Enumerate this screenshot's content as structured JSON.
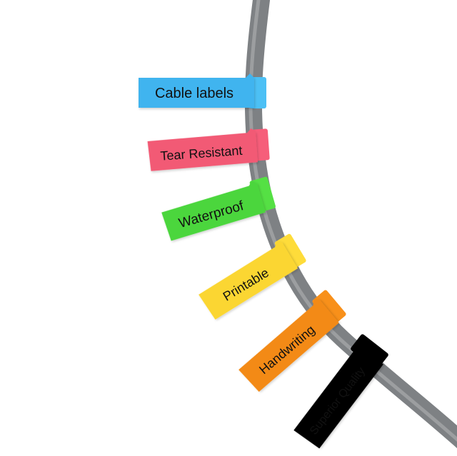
{
  "labels": [
    {
      "text": "Cable labels",
      "color": "#f4f4f4",
      "band": "#f7f7f7"
    },
    {
      "text": "Tear Resistant",
      "color": "#3fb4ef",
      "band": "#4cc0f5"
    },
    {
      "text": "Waterproof",
      "color": "#f25a74",
      "band": "#f65e7a"
    },
    {
      "text": "Printable",
      "color": "#4cd63e",
      "band": "#55e044"
    },
    {
      "text": "Handwriting",
      "color": "#fbd631",
      "band": "#fedc3a"
    },
    {
      "text": "Superior Quality",
      "color": "#f38a14",
      "band": "#f8901a"
    }
  ],
  "colors": {
    "cable": "#7e8184",
    "cable_highlight": "#a9abad",
    "background": "#ffffff"
  }
}
